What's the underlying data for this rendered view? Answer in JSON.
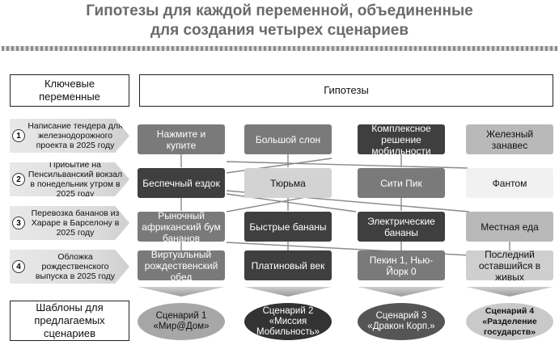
{
  "title_line1": "Гипотезы для каждой переменной, объединенные",
  "title_line2": "для создания четырех сценариев",
  "headers": {
    "key_vars": "Ключевые переменные",
    "hypotheses": "Гипотезы",
    "templates": "Шаблоны для предлагаемых сценариев"
  },
  "variables": [
    {
      "num": "1",
      "text": "Написание тендера для железнодорожного проекта в 2025 году"
    },
    {
      "num": "2",
      "text": "Прибытие на Пенсильванский вокзал в понедельник утром в 2025 году"
    },
    {
      "num": "3",
      "text": "Перевозка бананов из Харарe в Барселону в 2025 году"
    },
    {
      "num": "4",
      "text": "Обложка рождественского выпуска в 2025 году"
    }
  ],
  "hypotheses": [
    [
      "Нажмите и купите",
      "Большой слон",
      "Комплексное решение мобильности",
      "Железный занавес"
    ],
    [
      "Беспечный ездок",
      "Тюрьма",
      "Сити Пик",
      "Фантом"
    ],
    [
      "Рыночный африканский бум бананов",
      "Быстрые бананы",
      "Электрические бананы",
      "Местная еда"
    ],
    [
      "Виртуальный рождественский обед",
      "Платиновый век",
      "Пекин 1, Нью-Йорк 0",
      "Последний оставшийся в живых"
    ]
  ],
  "scenarios": [
    "Сценарий 1 «Мир@Дом»",
    "Сценарий 2 «Миссия Мобильность»",
    "Сценарий 3 «Дракон Корп.»",
    "Сценарий 4 «Разделение государств»"
  ]
}
